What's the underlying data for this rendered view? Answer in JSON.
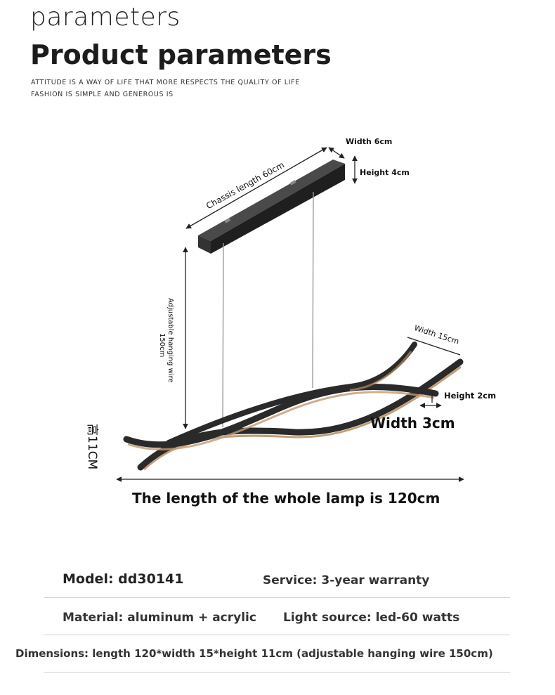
{
  "header": {
    "small_title": "parameters",
    "main_title": "Product parameters",
    "tagline_1": "ATTITUDE IS A WAY OF LIFE THAT MORE RESPECTS THE QUALITY OF LIFE",
    "tagline_2": "FASHION IS SIMPLE AND GENEROUS IS"
  },
  "diagram": {
    "chassis_length": "Chassis length 60cm",
    "chassis_width": "Width 6cm",
    "chassis_height": "Height 4cm",
    "hanging_wire_1": "Adjustable hanging wire",
    "hanging_wire_2": "150cm",
    "lamp_width": "Width 15cm",
    "lamp_height": "Height 2cm",
    "bar_width": "Width 3cm",
    "total_height": "高11CM",
    "total_length": "The length of the whole lamp is 120cm"
  },
  "specs": {
    "model": "Model: dd30141",
    "service": "Service: 3-year warranty",
    "material": "Material: aluminum + acrylic",
    "light_source": "Light source: led-60 watts",
    "dimensions": "Dimensions: length 120*width 15*height 11cm (adjustable hanging wire 150cm)"
  },
  "colors": {
    "frame": "#2a2a2a",
    "glow": "#b98d62",
    "rule": "#cfcfcf"
  }
}
